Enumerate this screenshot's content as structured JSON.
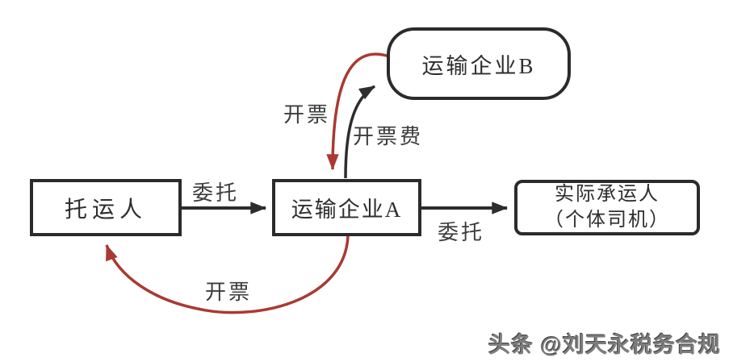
{
  "nodes": {
    "shipper": {
      "label": "托运人"
    },
    "company_a": {
      "label": "运输企业A"
    },
    "company_b": {
      "label": "运输企业B"
    },
    "actual_carrier": {
      "line1": "实际承运人",
      "line2": "（个体司机）"
    }
  },
  "edge_labels": {
    "entrust_left": "委托",
    "entrust_right": "委托",
    "invoice_to_company_a": "开票",
    "invoice_fee": "开票费",
    "invoice_to_shipper": "开票"
  },
  "colors": {
    "arrow_dark": "#2d2d2d",
    "arrow_red": "#a93a32"
  },
  "watermark": "头条 @刘天永税务合规"
}
